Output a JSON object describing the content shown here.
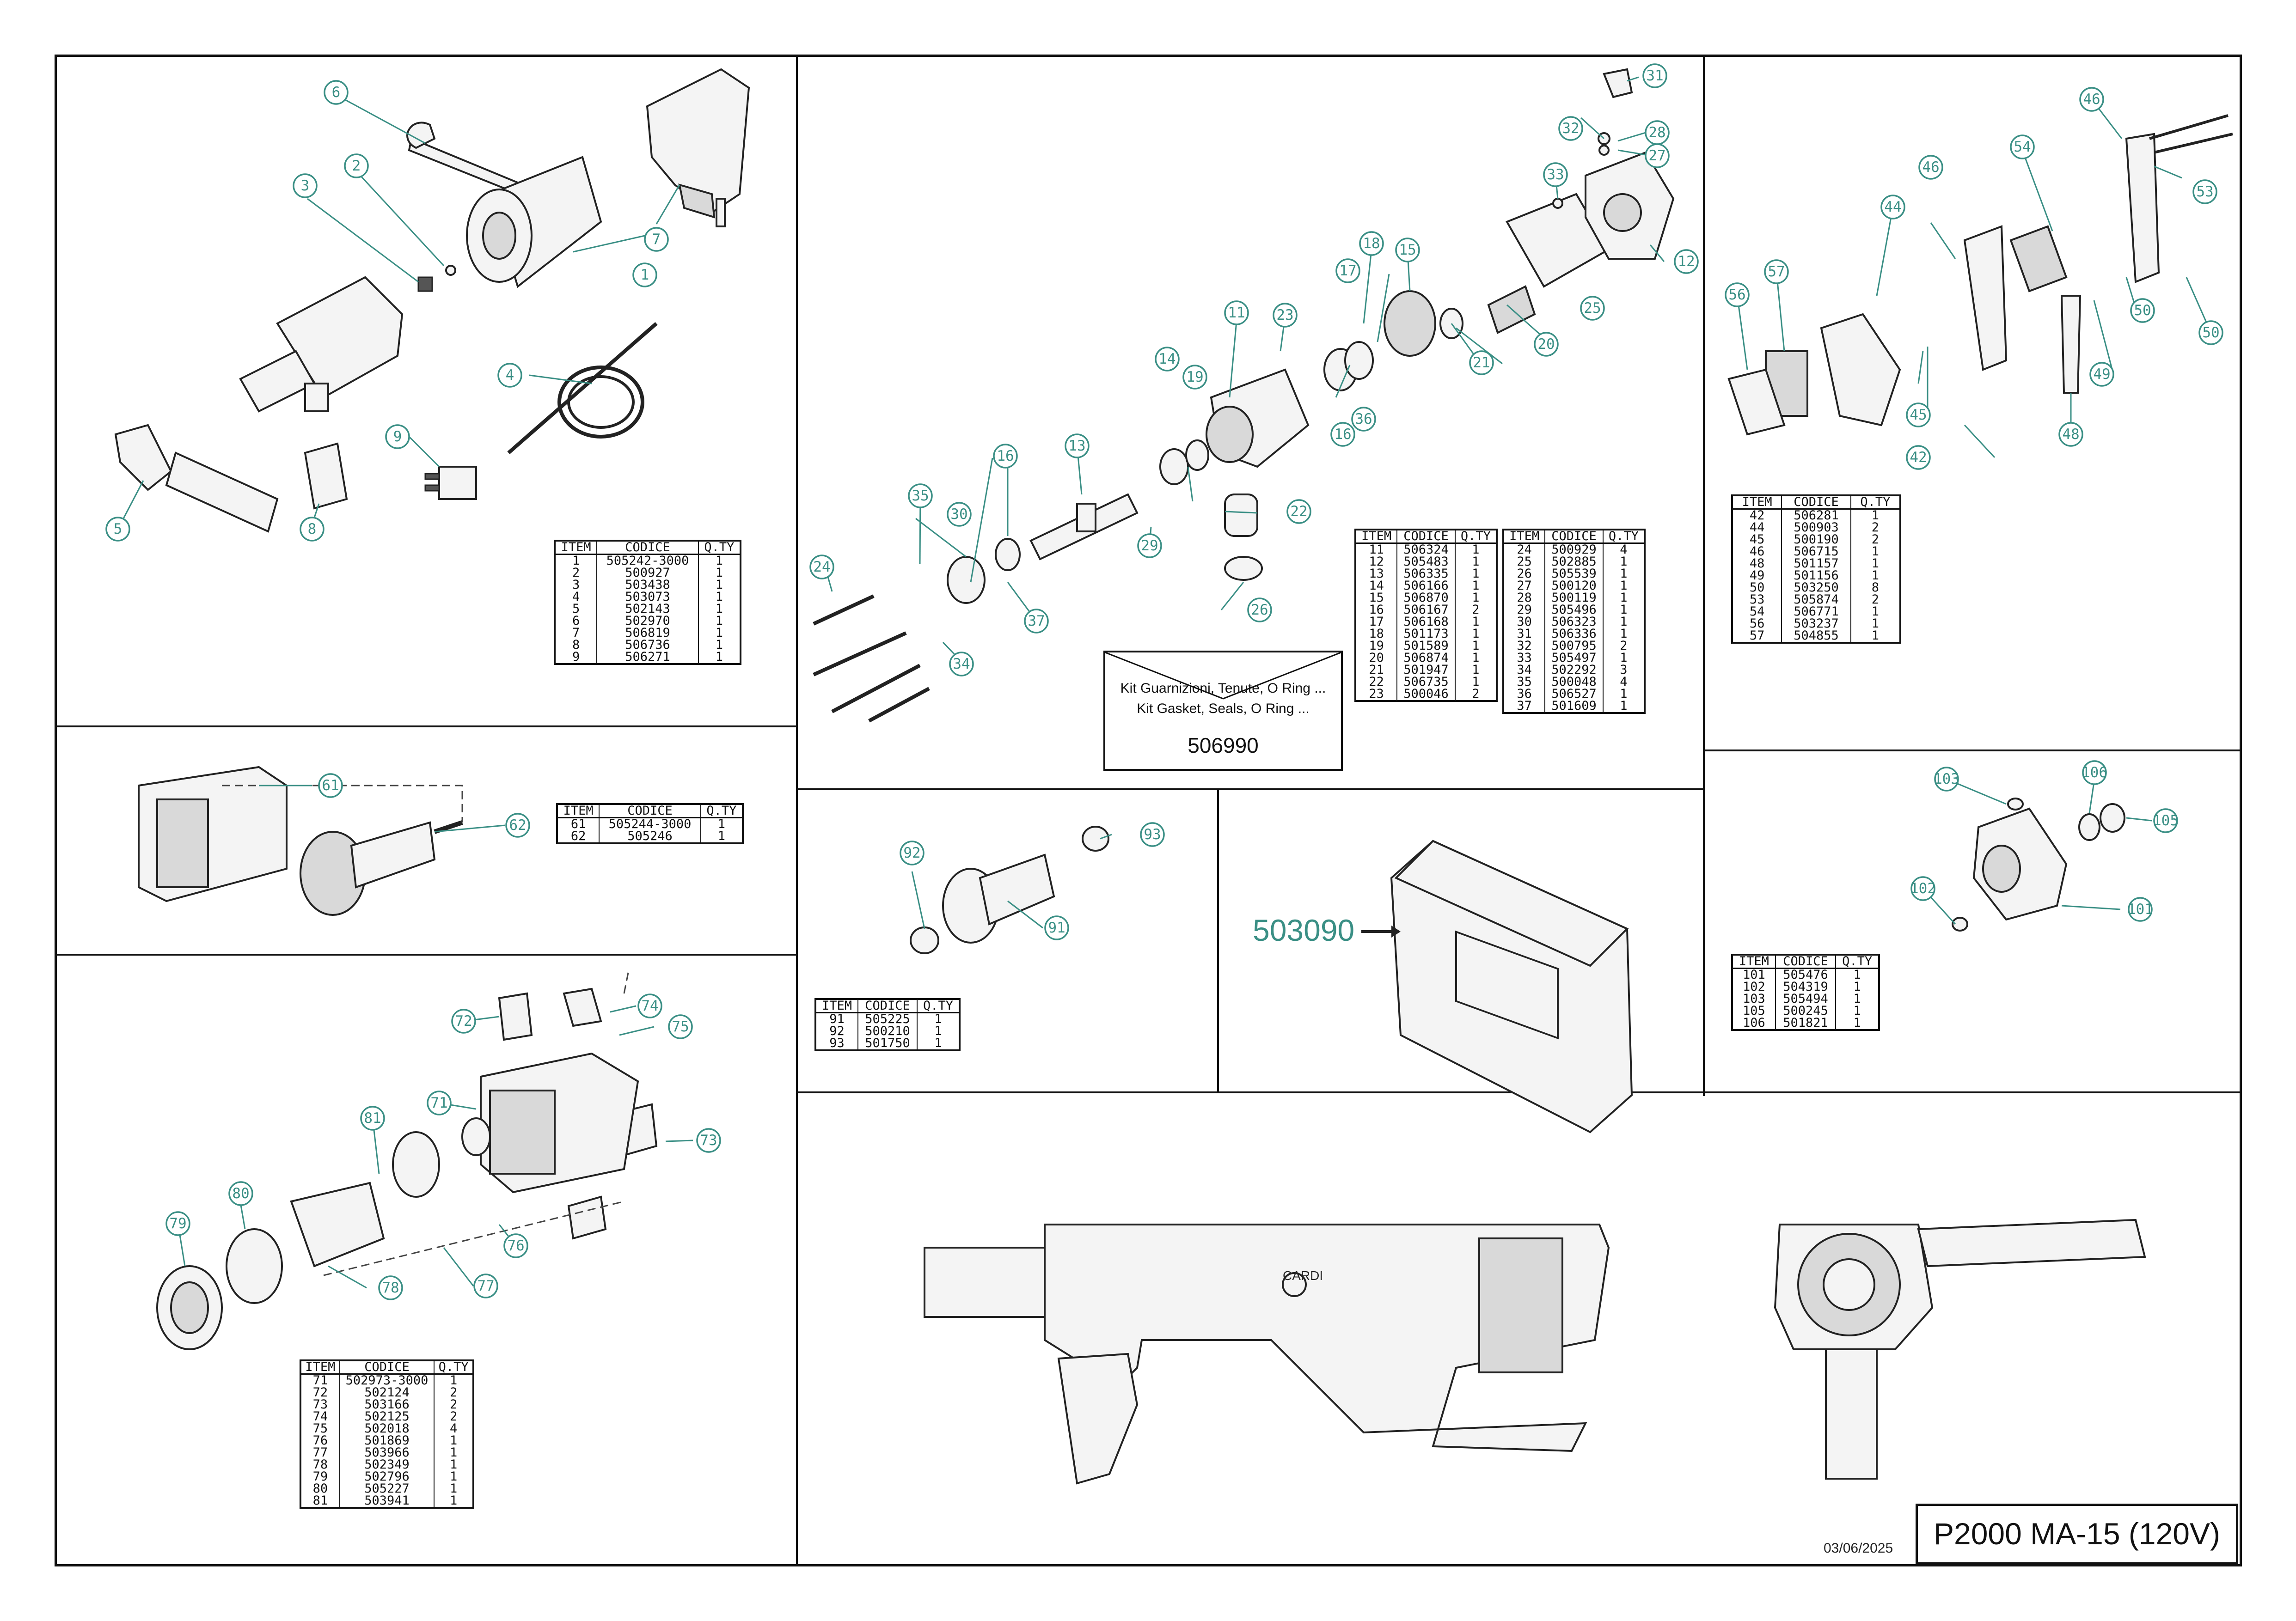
{
  "title": "P2000 MA-15 (120V)",
  "date": "03/06/2025",
  "kit": {
    "line1": "Kit Guarnizioni, Tenute, O Ring ...",
    "line2": "Kit Gasket, Seals, O Ring ...",
    "code": "506990"
  },
  "case_code": "503090",
  "brand": "CARDI",
  "table_headers": {
    "item": "ITEM",
    "code": "CODICE",
    "qty": "Q.TY"
  },
  "tables": {
    "t1": [
      [
        "1",
        "505242-3000",
        "1"
      ],
      [
        "2",
        "500927",
        "1"
      ],
      [
        "3",
        "503438",
        "1"
      ],
      [
        "4",
        "503073",
        "1"
      ],
      [
        "5",
        "502143",
        "1"
      ],
      [
        "6",
        "502970",
        "1"
      ],
      [
        "7",
        "506819",
        "1"
      ],
      [
        "8",
        "506736",
        "1"
      ],
      [
        "9",
        "506271",
        "1"
      ]
    ],
    "t2a": [
      [
        "11",
        "506324",
        "1"
      ],
      [
        "12",
        "505483",
        "1"
      ],
      [
        "13",
        "506335",
        "1"
      ],
      [
        "14",
        "506166",
        "1"
      ],
      [
        "15",
        "506870",
        "1"
      ],
      [
        "16",
        "506167",
        "2"
      ],
      [
        "17",
        "506168",
        "1"
      ],
      [
        "18",
        "501173",
        "1"
      ],
      [
        "19",
        "501589",
        "1"
      ],
      [
        "20",
        "506874",
        "1"
      ],
      [
        "21",
        "501947",
        "1"
      ],
      [
        "22",
        "506735",
        "1"
      ],
      [
        "23",
        "500046",
        "2"
      ]
    ],
    "t2b": [
      [
        "24",
        "500929",
        "4"
      ],
      [
        "25",
        "502885",
        "1"
      ],
      [
        "26",
        "505539",
        "1"
      ],
      [
        "27",
        "500120",
        "1"
      ],
      [
        "28",
        "500119",
        "1"
      ],
      [
        "29",
        "505496",
        "1"
      ],
      [
        "30",
        "506323",
        "1"
      ],
      [
        "31",
        "506336",
        "1"
      ],
      [
        "32",
        "500795",
        "2"
      ],
      [
        "33",
        "505497",
        "1"
      ],
      [
        "34",
        "502292",
        "3"
      ],
      [
        "35",
        "500048",
        "4"
      ],
      [
        "36",
        "506527",
        "1"
      ],
      [
        "37",
        "501609",
        "1"
      ]
    ],
    "t3": [
      [
        "42",
        "506281",
        "1"
      ],
      [
        "44",
        "500903",
        "2"
      ],
      [
        "45",
        "500190",
        "2"
      ],
      [
        "46",
        "506715",
        "1"
      ],
      [
        "48",
        "501157",
        "1"
      ],
      [
        "49",
        "501156",
        "1"
      ],
      [
        "50",
        "503250",
        "8"
      ],
      [
        "53",
        "505874",
        "2"
      ],
      [
        "54",
        "506771",
        "1"
      ],
      [
        "56",
        "503237",
        "1"
      ],
      [
        "57",
        "504855",
        "1"
      ]
    ],
    "t4": [
      [
        "61",
        "505244-3000",
        "1"
      ],
      [
        "62",
        "505246",
        "1"
      ]
    ],
    "t5": [
      [
        "71",
        "502973-3000",
        "1"
      ],
      [
        "72",
        "502124",
        "2"
      ],
      [
        "73",
        "503166",
        "2"
      ],
      [
        "74",
        "502125",
        "2"
      ],
      [
        "75",
        "502018",
        "4"
      ],
      [
        "76",
        "501869",
        "1"
      ],
      [
        "77",
        "503966",
        "1"
      ],
      [
        "78",
        "502349",
        "1"
      ],
      [
        "79",
        "502796",
        "1"
      ],
      [
        "80",
        "505227",
        "1"
      ],
      [
        "81",
        "503941",
        "1"
      ]
    ],
    "t6": [
      [
        "91",
        "505225",
        "1"
      ],
      [
        "92",
        "500210",
        "1"
      ],
      [
        "93",
        "501750",
        "1"
      ]
    ],
    "t7": [
      [
        "101",
        "505476",
        "1"
      ],
      [
        "102",
        "504319",
        "1"
      ],
      [
        "103",
        "505494",
        "1"
      ],
      [
        "105",
        "500245",
        "1"
      ],
      [
        "106",
        "501821",
        "1"
      ]
    ]
  }
}
